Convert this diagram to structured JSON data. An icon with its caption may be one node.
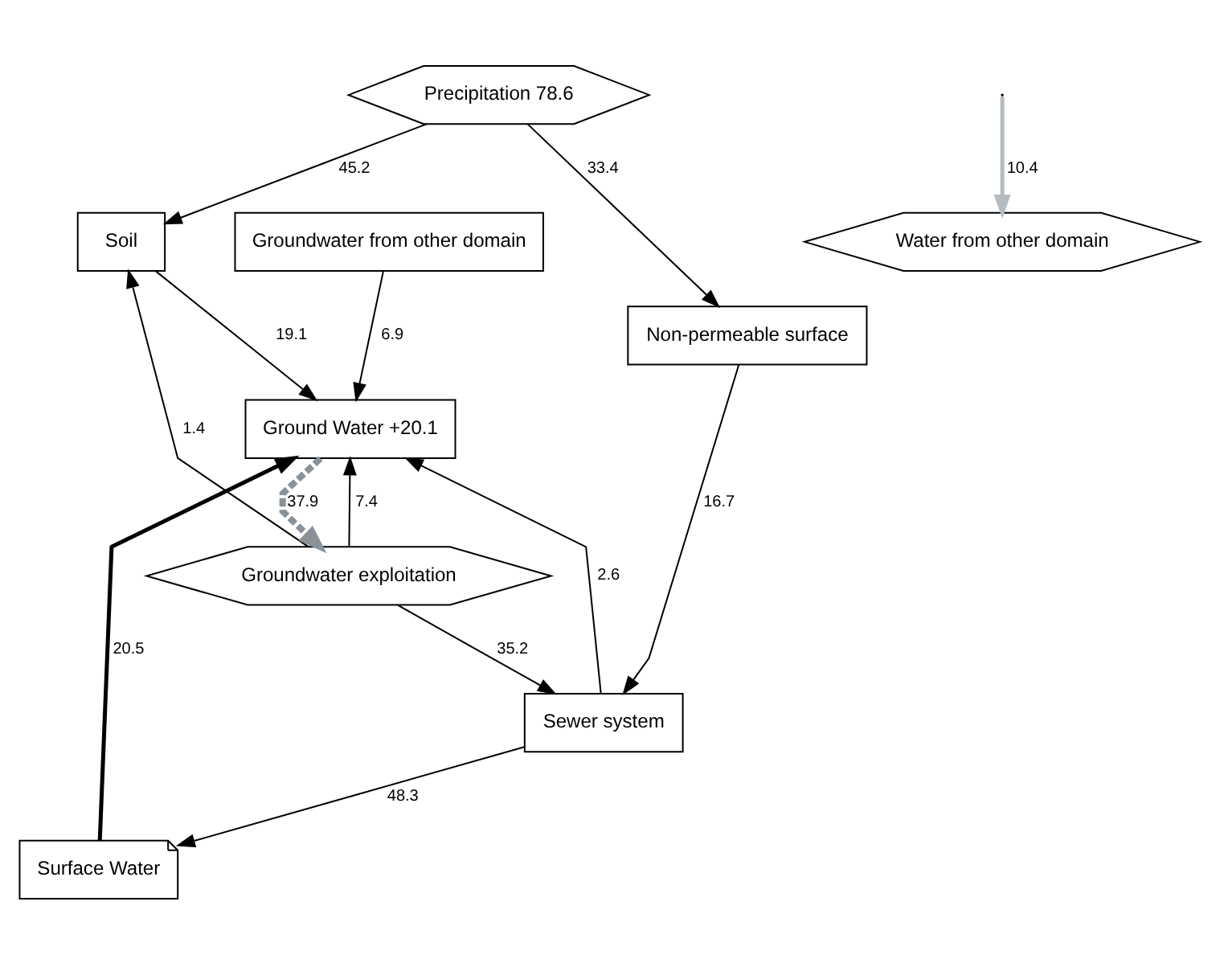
{
  "diagram": {
    "nodes": [
      {
        "text": [
          "Precipitation 78.6"
        ]
      },
      {
        "text": [
          "Groundwater exploitation"
        ]
      },
      {
        "text": [
          "Water from other domain"
        ]
      },
      {
        "text": [
          "Soil"
        ]
      },
      {
        "text": [
          "Non-permeable surface"
        ]
      },
      {
        "text": [
          "Sewer system"
        ]
      },
      {
        "text": [
          "Ground Water +20.1"
        ]
      },
      {
        "text": [
          "Surface Water"
        ]
      },
      {
        "text": [
          "Groundwater from other domain"
        ]
      }
    ],
    "edges": [
      {
        "from": 0,
        "to": 3,
        "label": "45.2",
        "arrow": "to"
      },
      {
        "from": 0,
        "to": 4,
        "label": "33.4",
        "arrow": "to"
      },
      {
        "from": 6,
        "to": 1,
        "label": "37.9",
        "arrow": "to",
        "style": "dashed",
        "color": "#8a9299"
      },
      {
        "from": 1,
        "to": 3,
        "label": "1.4",
        "arrow": "to"
      },
      {
        "from": 1,
        "to": 6,
        "label": "7.4",
        "arrow": "to"
      },
      {
        "from": 1,
        "to": 5,
        "label": "35.2",
        "arrow": "to"
      },
      {
        "from": null,
        "to": 2,
        "label": "10.4",
        "arrow": "to",
        "style": "thick",
        "color": "#b4bcc2"
      },
      {
        "from": 4,
        "to": 5,
        "label": "16.7",
        "arrow": "to"
      },
      {
        "from": 3,
        "to": 6,
        "label": "19.1",
        "arrow": "to"
      },
      {
        "from": 5,
        "to": 6,
        "label": "2.6",
        "arrow": "to"
      },
      {
        "from": 8,
        "to": 6,
        "label": "6.9",
        "arrow": "to"
      },
      {
        "from": 5,
        "to": 7,
        "label": "48.3",
        "arrow": "to"
      },
      {
        "from": 7,
        "to": 6,
        "label": "20.5",
        "arrow": "to",
        "style": "thick"
      }
    ]
  }
}
